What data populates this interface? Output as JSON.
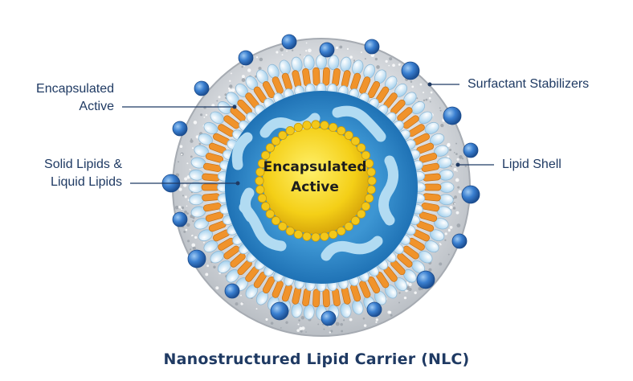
{
  "labels": {
    "encapsulated_active_outer": [
      "Encapsulated",
      "Active"
    ],
    "solid_liquid_lipids": [
      "Solid Lipids &",
      "Liquid Lipids"
    ],
    "surfactant_stabilizers": "Surfactant Stabilizers",
    "lipid_shell": "Lipid Shell",
    "core": [
      "Encapsulated",
      "Active"
    ]
  },
  "caption": "Nanostructured Lipid Carrier (NLC)",
  "colors": {
    "label_text": "#1f3a63",
    "shell_gray": "#d7dade",
    "surfactant_blue": "#2f6fbf",
    "phospholipid_light_blue": "#cfe6f5",
    "lipid_orange": "#f0932b",
    "liquid_lipid_blue": "#9fd1ec",
    "inner_blue": "#2b86c7",
    "core_yellow": "#f5d31c"
  }
}
